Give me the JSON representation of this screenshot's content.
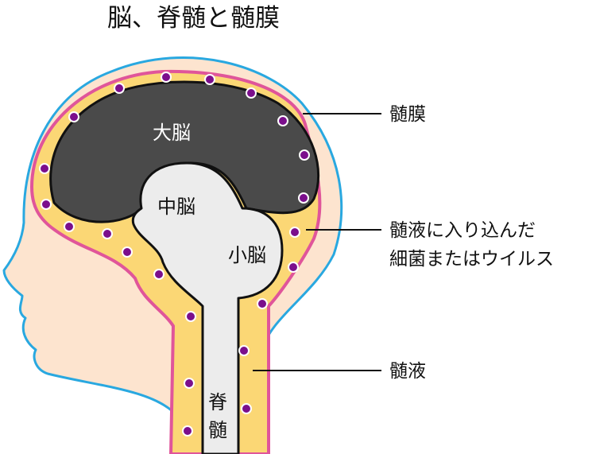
{
  "title": "脳、脊髄と髄膜",
  "regions": {
    "cerebrum": "大脳",
    "midbrain": "中脳",
    "cerebellum": "小脳",
    "spinal_cord_line1": "脊",
    "spinal_cord_line2": "髄"
  },
  "callouts": {
    "meninges": "髄膜",
    "bacteria_line1": "髄液に入り込んだ",
    "bacteria_line2": "細菌またはウイルス",
    "csf": "髄液"
  },
  "colors": {
    "skin": "#fde4cf",
    "head_outline": "#29a8e0",
    "meninges": "#e0559a",
    "csf": "#fbd775",
    "cerebrum": "#4a4a4a",
    "brainstem": "#ececec",
    "bacteria": "#7b0f8c"
  }
}
